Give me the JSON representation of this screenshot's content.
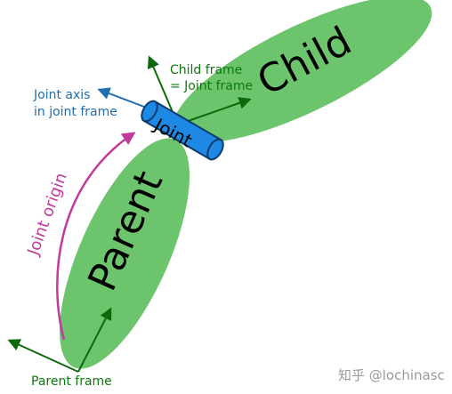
{
  "labels": {
    "child": "Child",
    "parent": "Parent",
    "joint": "Joint",
    "child_frame_line1": "Child frame",
    "child_frame_line2": "= Joint frame",
    "joint_axis_line1": "Joint axis",
    "joint_axis_line2": "in joint frame",
    "joint_origin": "Joint origin",
    "parent_frame": "Parent frame",
    "watermark": "知乎 @lochinasc"
  },
  "colors": {
    "link_fill": "#6cc46c",
    "frame_arrow": "#0b6b0b",
    "axis_arrow": "#1f6fb0",
    "joint_fill": "#1e88e5",
    "joint_outline": "#0b3a6b",
    "origin_arrow": "#c23a9a"
  },
  "icons": {
    "parent_link": "green-ellipse",
    "child_link": "green-ellipse",
    "joint": "blue-cylinder",
    "frame_arrows": "green-arrow",
    "axis_arrow": "blue-arrow",
    "origin_arrow": "magenta-curved-arrow"
  }
}
